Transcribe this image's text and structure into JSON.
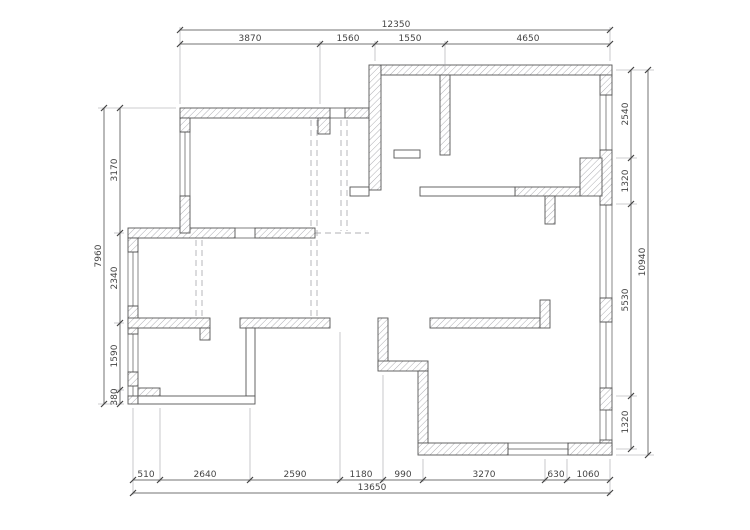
{
  "dims": {
    "top": {
      "total": "12350",
      "segments": [
        "3870",
        "1560",
        "1550",
        "4650"
      ]
    },
    "bottom": {
      "total": "13650",
      "segments": [
        "510",
        "2640",
        "2590",
        "1180",
        "990",
        "3270",
        "630",
        "1060"
      ]
    },
    "left": {
      "total": "7960",
      "segments": [
        "3170",
        "2340",
        "1590",
        "380"
      ]
    },
    "right": {
      "total": "10940",
      "segments": [
        "2540",
        "1320",
        "5530",
        "1320"
      ]
    }
  },
  "colors": {
    "background": "#ffffff",
    "wall-outline": "#555555",
    "hatch": "#9a9aa0",
    "dim-line": "#444444",
    "dashed": "#b0b0b4",
    "ext-line": "#9a9aa0"
  }
}
